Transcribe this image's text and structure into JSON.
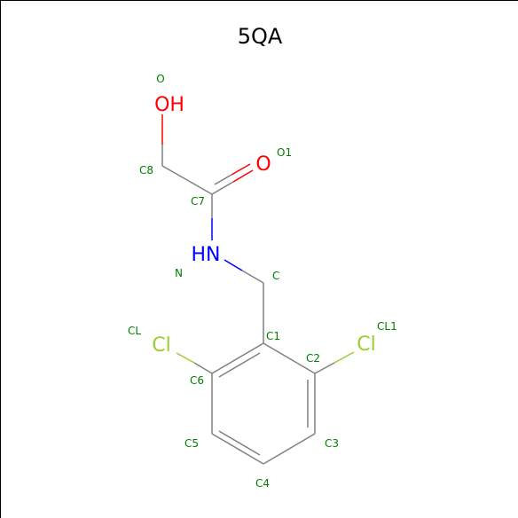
{
  "title": "5QA",
  "colors": {
    "bond": "#808080",
    "oxygen": "#ff0000",
    "nitrogen": "#0000ff",
    "chlorine": "#9acd32",
    "index_label": "#008000"
  },
  "atom_labels": {
    "hydroxyl": "OH",
    "carbonyl_oxygen": "O",
    "amine": "HN",
    "chlorine_left": "Cl",
    "chlorine_right": "Cl"
  },
  "index_labels": {
    "o": "O",
    "o1": "O1",
    "c8": "C8",
    "c7": "C7",
    "n": "N",
    "c": "C",
    "cl": "CL",
    "cl1": "CL1",
    "c1": "C1",
    "c2": "C2",
    "c6": "C6",
    "c5": "C5",
    "c3": "C3",
    "c4": "C4"
  }
}
